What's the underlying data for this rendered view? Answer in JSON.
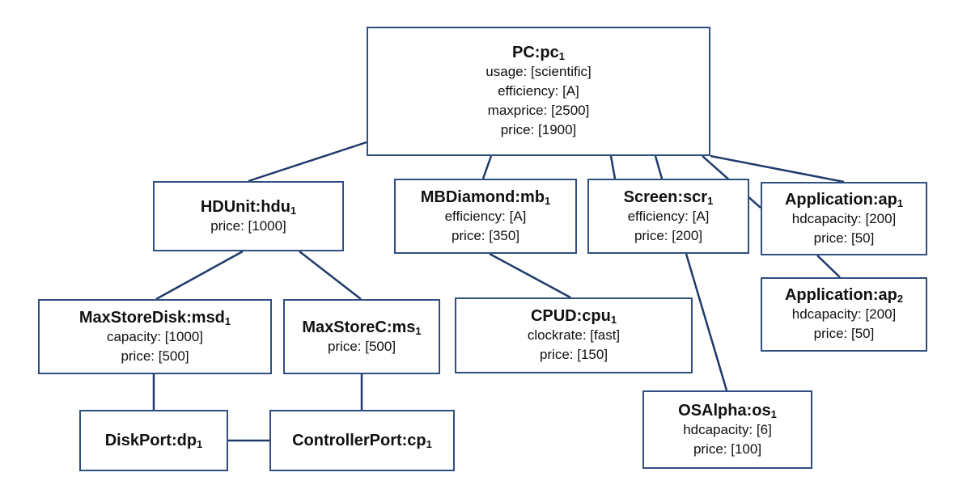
{
  "colors": {
    "border": "#2f4f80",
    "edge": "#1f3a6b",
    "text": "#111111",
    "background": "#ffffff"
  },
  "nodes": {
    "pc": {
      "name": "PC:pc",
      "sub": "1",
      "attrs": [
        "usage: [scientific]",
        "efficiency: [A]",
        "maxprice: [2500]",
        "price: [1900]"
      ]
    },
    "hdu": {
      "name": "HDUnit:hdu",
      "sub": "1",
      "attrs": [
        "price: [1000]"
      ]
    },
    "mb": {
      "name": "MBDiamond:mb",
      "sub": "1",
      "attrs": [
        "efficiency: [A]",
        "price: [350]"
      ]
    },
    "scr": {
      "name": "Screen:scr",
      "sub": "1",
      "attrs": [
        "efficiency: [A]",
        "price: [200]"
      ]
    },
    "ap1": {
      "name": "Application:ap",
      "sub": "1",
      "attrs": [
        "hdcapacity: [200]",
        "price: [50]"
      ]
    },
    "ap2": {
      "name": "Application:ap",
      "sub": "2",
      "attrs": [
        "hdcapacity: [200]",
        "price: [50]"
      ]
    },
    "msd": {
      "name": "MaxStoreDisk:msd",
      "sub": "1",
      "attrs": [
        "capacity: [1000]",
        "price: [500]"
      ]
    },
    "ms": {
      "name": "MaxStoreC:ms",
      "sub": "1",
      "attrs": [
        "price: [500]"
      ]
    },
    "cpu": {
      "name": "CPUD:cpu",
      "sub": "1",
      "attrs": [
        "clockrate: [fast]",
        "price: [150]"
      ]
    },
    "dp": {
      "name": "DiskPort:dp",
      "sub": "1",
      "attrs": []
    },
    "cp": {
      "name": "ControllerPort:cp",
      "sub": "1",
      "attrs": []
    },
    "os": {
      "name": "OSAlpha:os",
      "sub": "1",
      "attrs": [
        "hdcapacity: [6]",
        "price: [100]"
      ]
    }
  },
  "edges": [
    [
      "pc",
      "hdu"
    ],
    [
      "pc",
      "mb"
    ],
    [
      "pc",
      "scr"
    ],
    [
      "pc",
      "scr"
    ],
    [
      "pc",
      "ap1"
    ],
    [
      "pc",
      "ap1"
    ],
    [
      "hdu",
      "msd"
    ],
    [
      "hdu",
      "ms"
    ],
    [
      "mb",
      "cpu"
    ],
    [
      "scr",
      "os"
    ],
    [
      "ap1",
      "ap2"
    ],
    [
      "msd",
      "dp"
    ],
    [
      "ms",
      "cp"
    ],
    [
      "dp",
      "cp"
    ]
  ]
}
